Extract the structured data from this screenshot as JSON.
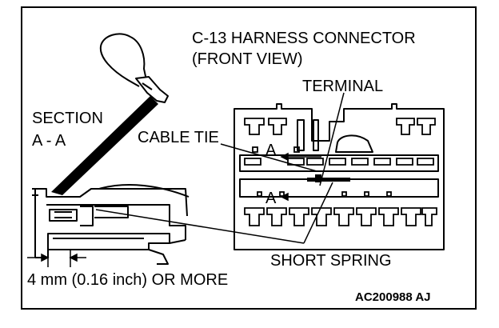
{
  "diagram": {
    "connector_title_line1": "C-13 HARNESS CONNECTOR",
    "connector_title_line2": "(FRONT VIEW)",
    "terminal_label": "TERMINAL",
    "section_label_line1": "SECTION",
    "section_label_line2": "A - A",
    "cable_tie_label": "CABLE TIE",
    "section_marker_upper": "A",
    "section_marker_lower": "A",
    "short_spring_label": "SHORT SPRING",
    "dimension_label": "4 mm (0.16 inch) OR MORE",
    "figure_id": "AC200988 AJ"
  }
}
